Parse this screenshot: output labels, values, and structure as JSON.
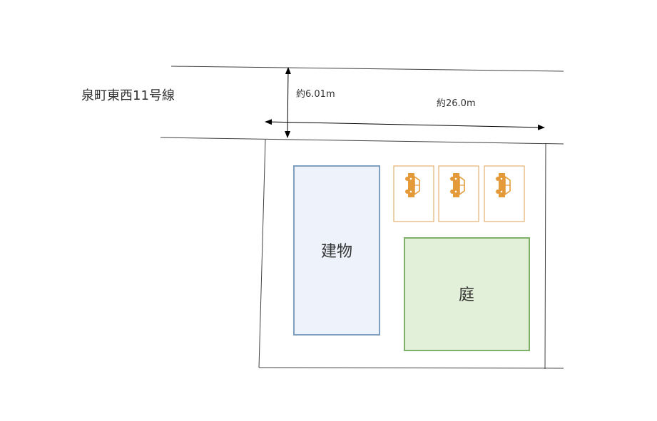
{
  "road": {
    "name": "泉町東西11号線"
  },
  "dimensions": {
    "road_width": "約6.01m",
    "frontage": "約26.0m"
  },
  "areas": {
    "building": "建物",
    "garden": "庭"
  },
  "parking": {
    "spaces": 3,
    "icon": "car-icon"
  },
  "colors": {
    "line": "#404040",
    "building_fill": "#eef3fb",
    "building_stroke": "#7e9fbf",
    "garden_fill": "#e2f0d9",
    "garden_stroke": "#7fb068",
    "parking_stroke": "#e0a050",
    "car": "#e59a3a"
  }
}
